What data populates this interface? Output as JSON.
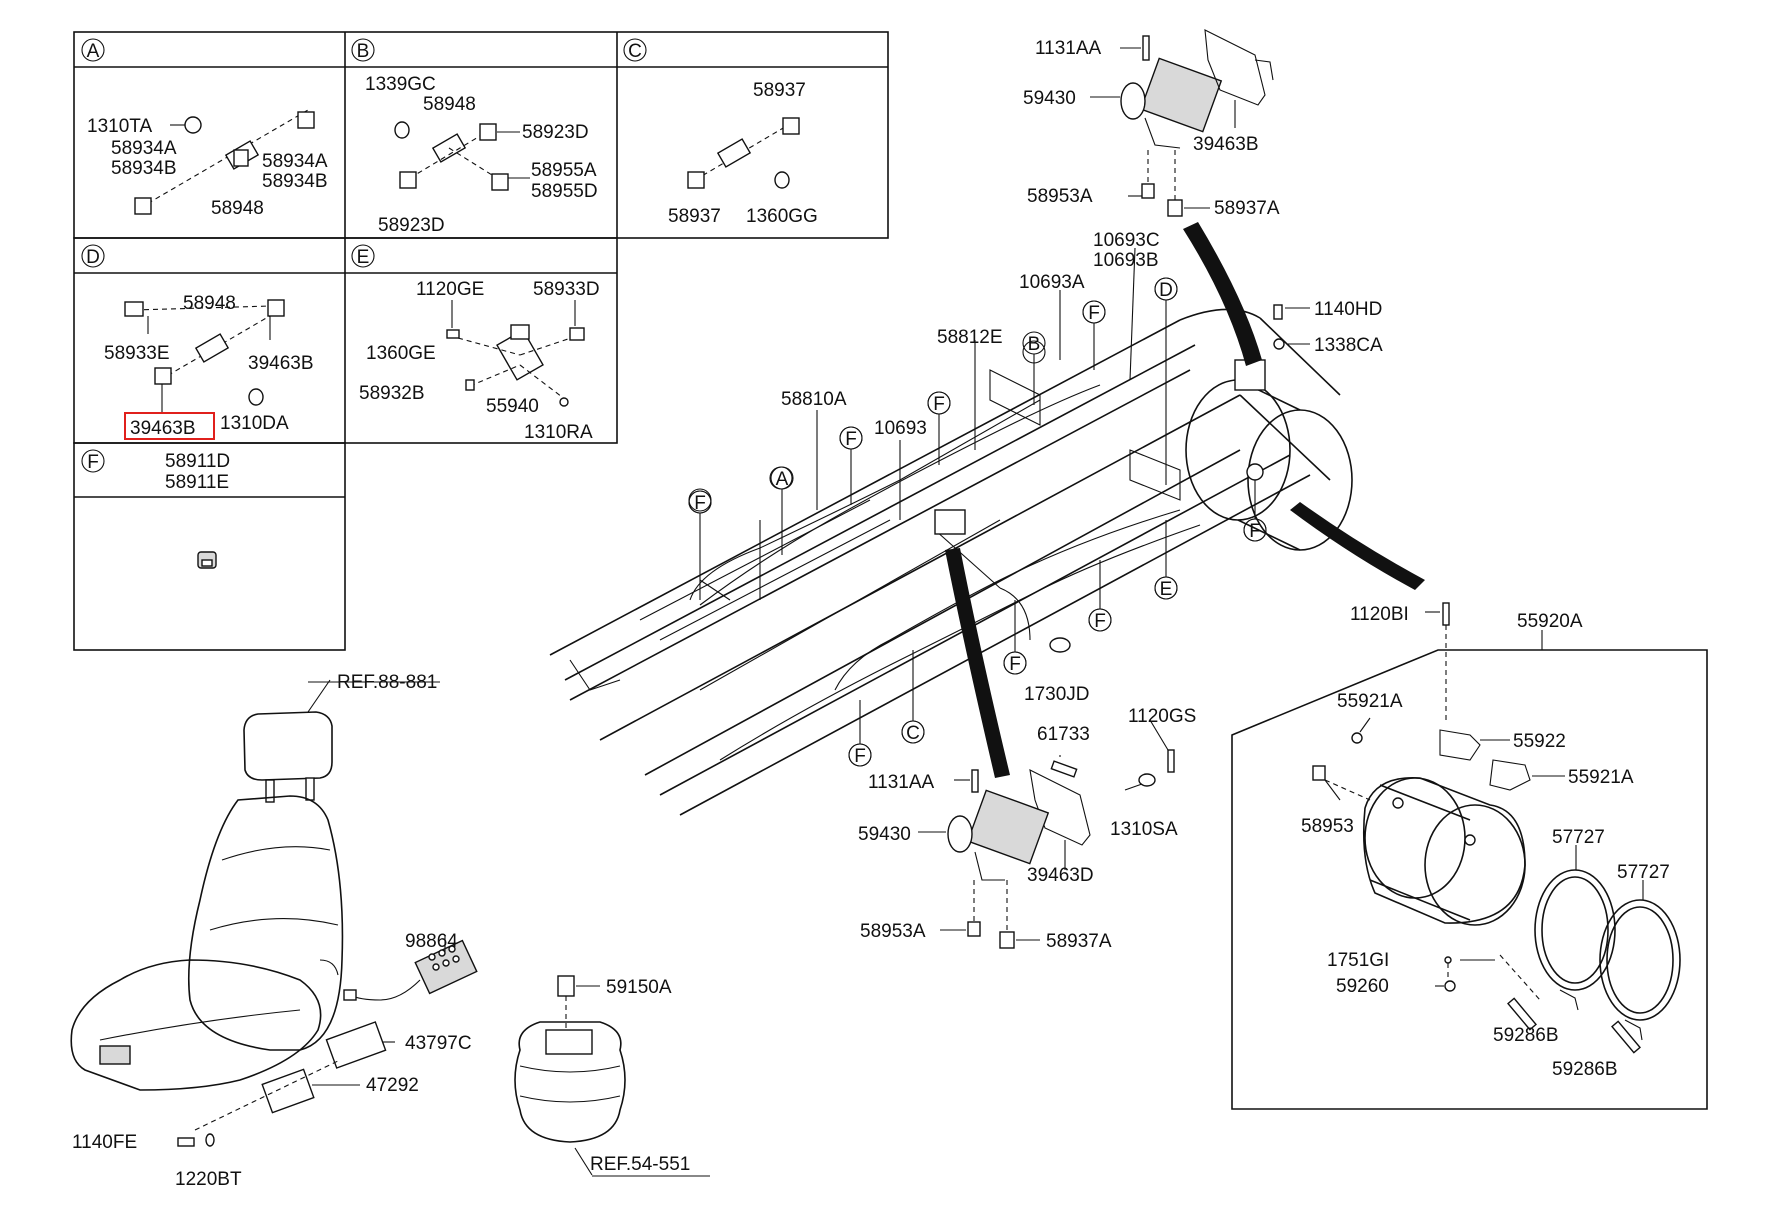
{
  "sections": {
    "A": {
      "letter": "A",
      "parts": [
        "1310TA",
        "58934A",
        "58934B",
        "58934A",
        "58934B",
        "58948"
      ]
    },
    "B": {
      "letter": "B",
      "parts": [
        "1339GC",
        "58948",
        "58923D",
        "58955A",
        "58955D",
        "58923D"
      ]
    },
    "C": {
      "letter": "C",
      "parts": [
        "58937",
        "58937",
        "1360GG"
      ]
    },
    "D": {
      "letter": "D",
      "parts": [
        "58948",
        "58933E",
        "39463B",
        "39463B",
        "1310DA"
      ],
      "highlighted": "39463B"
    },
    "E": {
      "letter": "E",
      "parts": [
        "1120GE",
        "58933D",
        "1360GE",
        "58932B",
        "55940",
        "1310RA"
      ]
    },
    "F": {
      "letter": "F",
      "parts": [
        "58911D",
        "58911E"
      ]
    }
  },
  "seat": {
    "ref_top": "REF.88-881",
    "parts": [
      "98864",
      "43797C",
      "47292",
      "1140FE",
      "1220BT"
    ]
  },
  "air_spring": {
    "parts": [
      "59150A"
    ],
    "ref_bottom": "REF.54-551"
  },
  "frame": {
    "parts": [
      "10693C",
      "10693B",
      "10693A",
      "1140HD",
      "1338CA",
      "58812E",
      "58810A",
      "10693",
      "1730JD"
    ],
    "callouts": {
      "A": "A",
      "B": "B",
      "C": "C",
      "D": "D",
      "E": "E",
      "F": "F"
    }
  },
  "valve_top": {
    "parts": [
      "1131AA",
      "59430",
      "39463B",
      "58953A",
      "58937A"
    ]
  },
  "valve_bottom": {
    "parts": [
      "61733",
      "1120GS",
      "1131AA",
      "59430",
      "1310SA",
      "39463D",
      "58953A",
      "58937A"
    ]
  },
  "tank": {
    "parts": [
      "1120BI",
      "55920A",
      "55921A",
      "55922",
      "55921A",
      "58953",
      "57727",
      "57727",
      "1751GI",
      "59260",
      "59286B",
      "59286B"
    ]
  },
  "colors": {
    "line": "#111111",
    "highlight": "#e0201c",
    "background": "#ffffff"
  }
}
